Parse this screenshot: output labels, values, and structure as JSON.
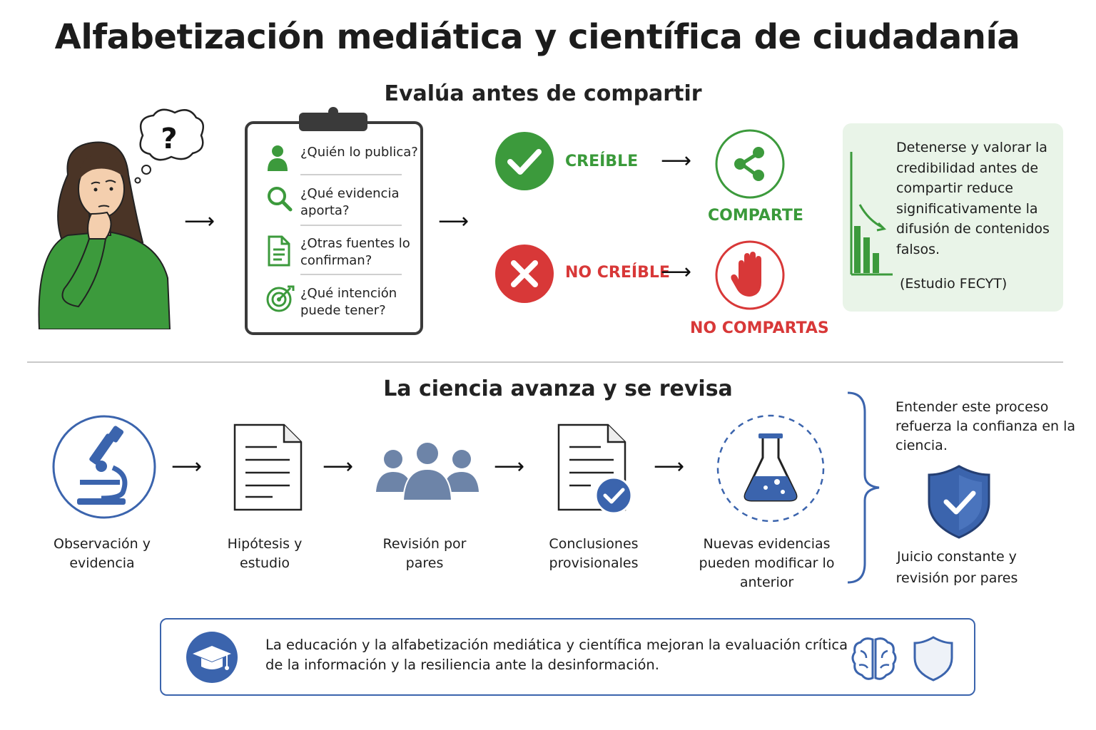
{
  "title": "Alfabetización mediática y científica de ciudadanía",
  "section1": {
    "heading": "Evalúa antes de compartir",
    "person_bubble_symbol": "?",
    "checklist": [
      {
        "icon": "person-icon",
        "text": "¿Quién lo publica?"
      },
      {
        "icon": "magnifier-icon",
        "text": "¿Qué evidencia aporta?"
      },
      {
        "icon": "document-icon",
        "text": "¿Otras fuentes lo confirman?"
      },
      {
        "icon": "target-icon",
        "text": "¿Qué intención puede tener?"
      }
    ],
    "credible_label": "CREÍBLE",
    "not_credible_label": "NO CREÍBLE",
    "share_label": "COMPARTE",
    "dont_share_label": "NO COMPARTAS",
    "note": {
      "text": "Detenerse y valorar la credibilidad antes de compartir reduce significativamente la difusión de contenidos falsos.",
      "source": "(Estudio FECYT)"
    }
  },
  "section2": {
    "heading": "La ciencia avanza y se revisa",
    "steps": [
      {
        "icon": "microscope-icon",
        "label": "Observación y evidencia"
      },
      {
        "icon": "document-icon",
        "label": "Hipótesis y estudio"
      },
      {
        "icon": "people-group-icon",
        "label": "Revisión por pares"
      },
      {
        "icon": "document-check-icon",
        "label": "Conclusiones provisionales"
      },
      {
        "icon": "flask-icon",
        "label": "Nuevas evidencias pueden modificar lo anterior"
      }
    ],
    "summary": "Entender este proceso refuerza la confianza en la ciencia.",
    "shield_label": "Juicio constante y revisión por pares"
  },
  "footer": {
    "text": "La educación y la alfabetización mediática y científica mejoran la evaluación crítica de la información y la resiliencia ante la desinformación."
  },
  "colors": {
    "green": "#3a9a3a",
    "red": "#d83838",
    "blue": "#3b64ad",
    "note_bg": "#e9f4e8"
  }
}
